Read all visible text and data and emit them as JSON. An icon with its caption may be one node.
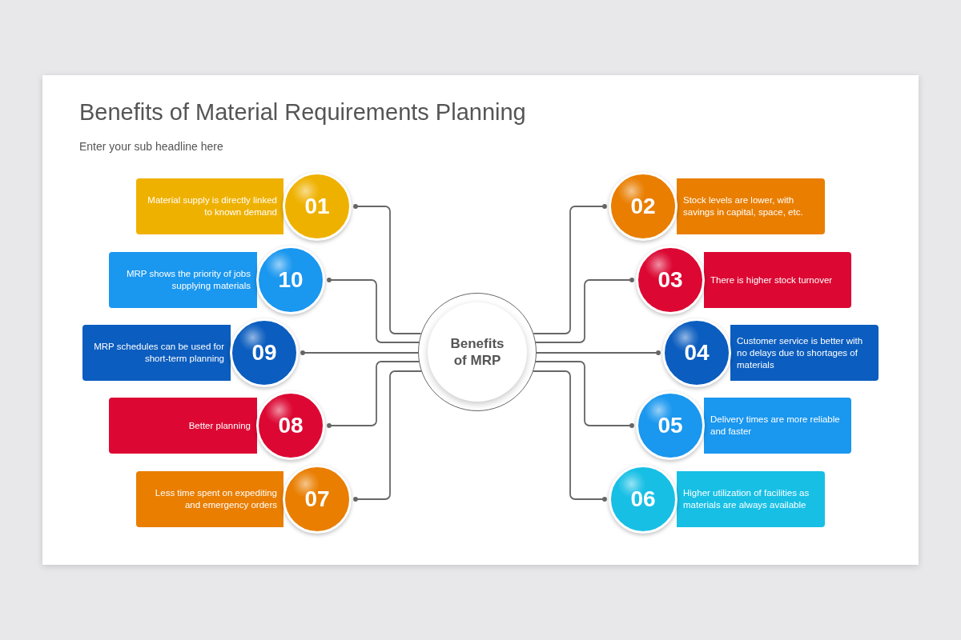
{
  "diagram": {
    "title": "Benefits of Material Requirements Planning",
    "caption": "Enter your sub headline here",
    "nodes": [
      {
        "text": [
          "Benefits of MRP"
        ]
      },
      {
        "text": [
          "Material supply is directly linked to known demand"
        ]
      },
      {
        "text": [
          "01"
        ]
      },
      {
        "text": [
          "02"
        ]
      },
      {
        "text": [
          "Stock levels are lower, with savings in capital, space, etc."
        ]
      },
      {
        "text": [
          "03"
        ]
      },
      {
        "text": [
          "There is higher stock turnover"
        ]
      },
      {
        "text": [
          "04"
        ]
      },
      {
        "text": [
          "Customer service is better with no delays due to shortages of materials"
        ]
      },
      {
        "text": [
          "05"
        ]
      },
      {
        "text": [
          "Delivery times are more reliable and faster"
        ]
      },
      {
        "text": [
          "06"
        ]
      },
      {
        "text": [
          "Higher utilization of facilities as materials are always available"
        ]
      },
      {
        "text": [
          "Less time spent on expediting and emergency orders"
        ]
      },
      {
        "text": [
          "07"
        ]
      },
      {
        "text": [
          "Better planning"
        ]
      },
      {
        "text": [
          "08"
        ]
      },
      {
        "text": [
          "MRP schedules can be used for short-term planning"
        ]
      },
      {
        "text": [
          "09"
        ]
      },
      {
        "text": [
          "MRP shows the priority of jobs supplying materials"
        ]
      },
      {
        "text": [
          "10"
        ]
      }
    ],
    "edges": [
      {
        "from": 0,
        "to": 2,
        "arrow": "other"
      },
      {
        "from": 0,
        "to": 3,
        "arrow": "other"
      },
      {
        "from": 0,
        "to": 5,
        "arrow": "other"
      },
      {
        "from": 0,
        "to": 7,
        "arrow": "other"
      },
      {
        "from": 0,
        "to": 9,
        "arrow": "other"
      },
      {
        "from": 0,
        "to": 11,
        "arrow": "other"
      },
      {
        "from": 0,
        "to": 14,
        "arrow": "other"
      },
      {
        "from": 0,
        "to": 16,
        "arrow": "other"
      },
      {
        "from": 0,
        "to": 18,
        "arrow": "other"
      },
      {
        "from": 0,
        "to": 20,
        "arrow": "other"
      }
    ]
  }
}
